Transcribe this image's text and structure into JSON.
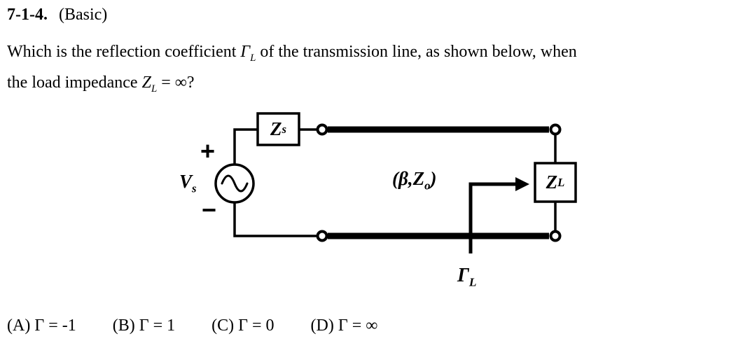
{
  "page": {
    "title_number": "7-1-4.",
    "title_level": "(Basic)"
  },
  "question": {
    "line1_part1": "Which is the reflection coefficient ",
    "gamma_symbol": "Γ",
    "gamma_sub": "L",
    "line1_part2": " of the transmission line, as shown below, when",
    "line2_part1": "the load impedance ",
    "z_symbol": "Z",
    "z_sub": "L",
    "line2_part2": " = ∞?"
  },
  "diagram": {
    "plus_sign": "+",
    "minus_sign": "−",
    "source_symbol": "V",
    "source_sub": "s",
    "zs_symbol": "Z",
    "zs_sub": "s",
    "line_prefix": "(β,Z",
    "line_sub": "o",
    "line_suffix": ")",
    "zl_symbol": "Z",
    "zl_sub": "L",
    "gamma_symbol": "Γ",
    "gamma_sub": "L"
  },
  "answers": [
    "(A) Γ = -1",
    "(B) Γ = 1",
    "(C) Γ = 0",
    "(D) Γ = ∞"
  ]
}
